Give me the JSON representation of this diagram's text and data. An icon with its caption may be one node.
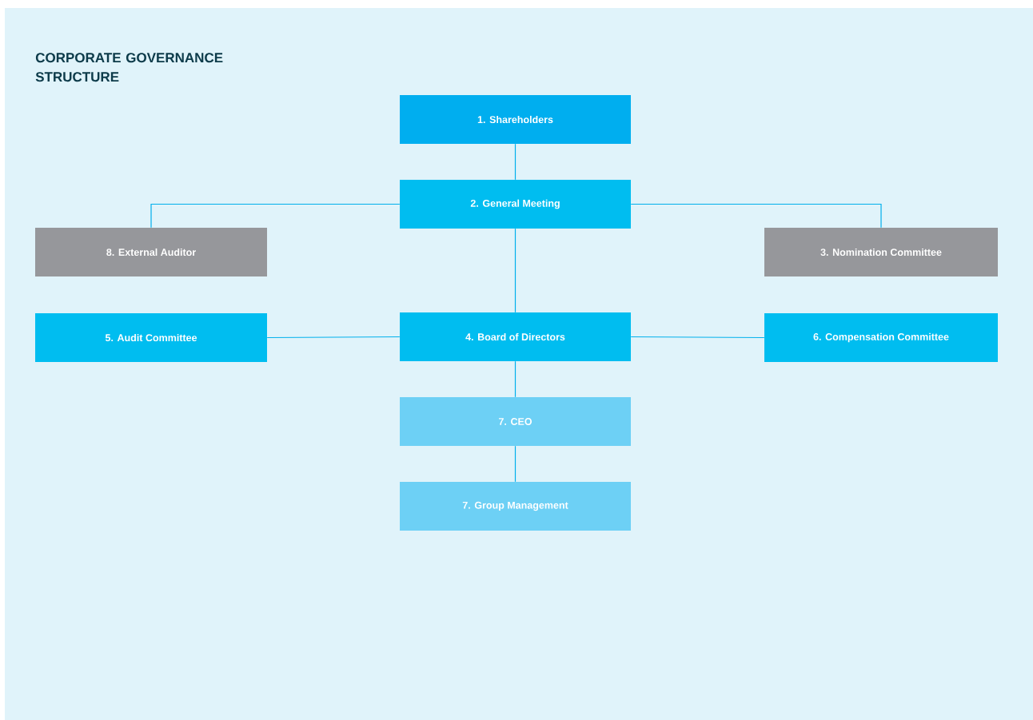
{
  "diagram": {
    "title": "CORPORATE GOVERNANCE STRUCTURE",
    "nodes": [
      {
        "text": [
          "1. Shareholders"
        ]
      },
      {
        "text": [
          "2. General Meeting"
        ]
      },
      {
        "text": [
          "8. External Auditor"
        ]
      },
      {
        "text": [
          "3. Nomination Committee"
        ]
      },
      {
        "text": [
          "5. Audit Committee"
        ]
      },
      {
        "text": [
          "4. Board of Directors"
        ]
      },
      {
        "text": [
          "6. Compensation Committee"
        ]
      },
      {
        "text": [
          "7. CEO"
        ]
      },
      {
        "text": [
          "7. Group Management"
        ]
      }
    ],
    "edges": [
      {
        "from": 0,
        "to": 1,
        "arrow": "none"
      },
      {
        "from": 1,
        "to": 2,
        "arrow": "none"
      },
      {
        "from": 1,
        "to": 3,
        "arrow": "none"
      },
      {
        "from": 1,
        "to": 5,
        "arrow": "none"
      },
      {
        "from": 5,
        "to": 4,
        "arrow": "none"
      },
      {
        "from": 5,
        "to": 6,
        "arrow": "none"
      },
      {
        "from": 5,
        "to": 7,
        "arrow": "none"
      },
      {
        "from": 7,
        "to": 8,
        "arrow": "none"
      }
    ]
  }
}
